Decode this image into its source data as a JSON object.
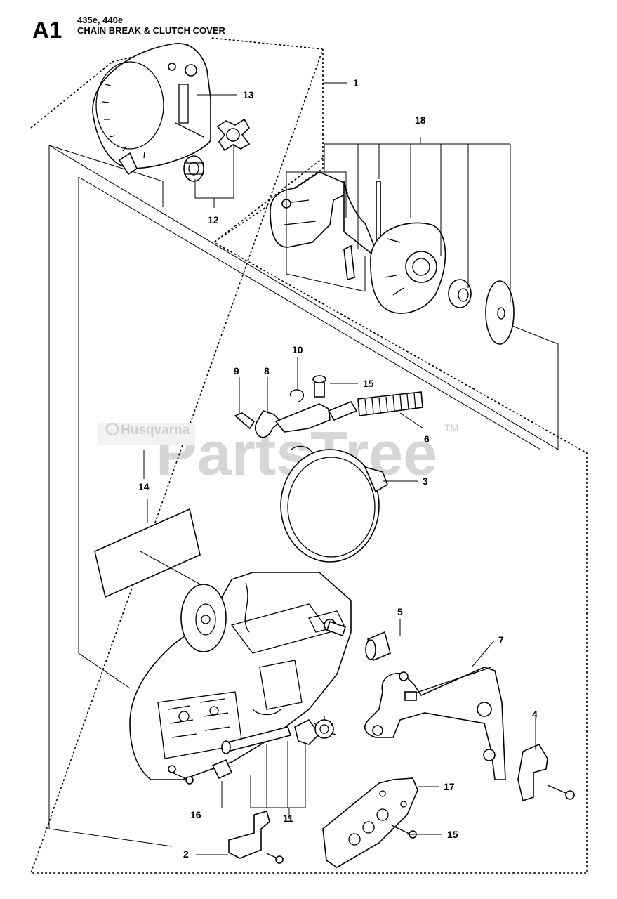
{
  "header": {
    "code": "A1",
    "models": "435e, 440e",
    "title": "CHAIN BREAK & CLUTCH COVER"
  },
  "watermark": {
    "text": "PartsTree",
    "trademark": "TM"
  },
  "decal_brand": "Husqvarna",
  "callouts": [
    {
      "id": "c1",
      "label": "1"
    },
    {
      "id": "c13",
      "label": "13"
    },
    {
      "id": "c18",
      "label": "18"
    },
    {
      "id": "c12",
      "label": "12"
    },
    {
      "id": "c10",
      "label": "10"
    },
    {
      "id": "c9",
      "label": "9"
    },
    {
      "id": "c8",
      "label": "8"
    },
    {
      "id": "c15a",
      "label": "15"
    },
    {
      "id": "c6",
      "label": "6"
    },
    {
      "id": "c3",
      "label": "3"
    },
    {
      "id": "c14",
      "label": "14"
    },
    {
      "id": "c5",
      "label": "5"
    },
    {
      "id": "c7",
      "label": "7"
    },
    {
      "id": "c4",
      "label": "4"
    },
    {
      "id": "c17",
      "label": "17"
    },
    {
      "id": "c16",
      "label": "16"
    },
    {
      "id": "c11",
      "label": "11"
    },
    {
      "id": "c15b",
      "label": "15"
    },
    {
      "id": "c2",
      "label": "2"
    }
  ],
  "colors": {
    "line": "#000000",
    "watermark": "#cfcfcf",
    "background": "#ffffff"
  }
}
